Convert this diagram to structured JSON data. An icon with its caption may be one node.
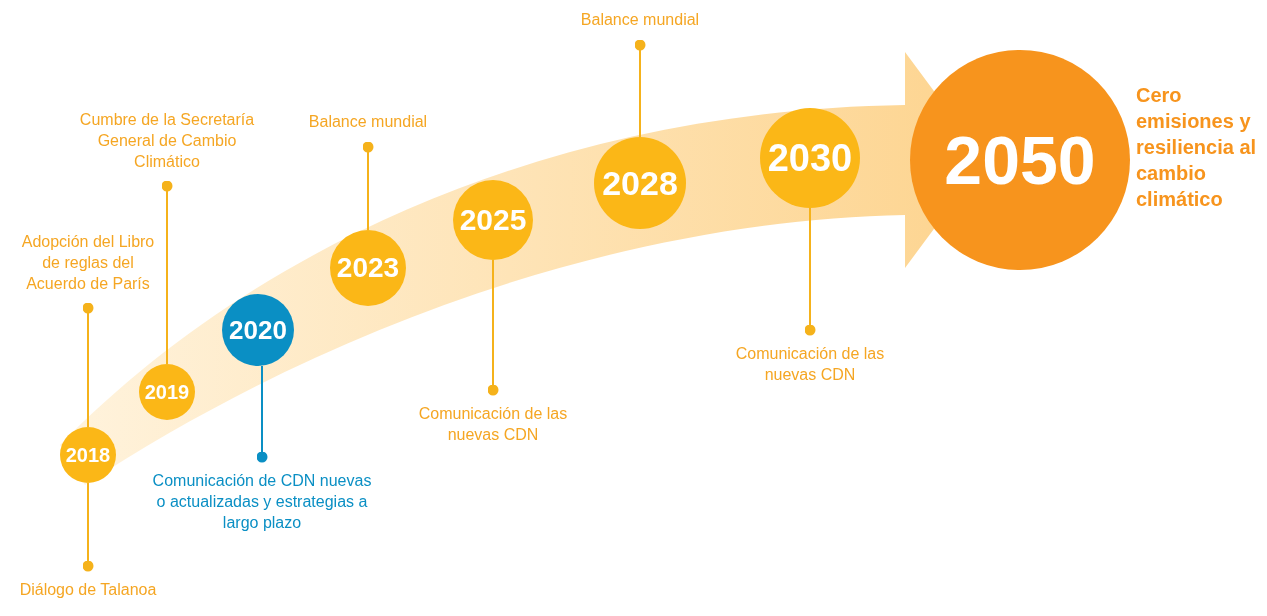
{
  "diagram": {
    "nodes": [
      {
        "text": [
          "2018"
        ]
      },
      {
        "text": [
          "2019"
        ]
      },
      {
        "text": [
          "2020"
        ]
      },
      {
        "text": [
          "2023"
        ]
      },
      {
        "text": [
          "2025"
        ]
      },
      {
        "text": [
          "2028"
        ]
      },
      {
        "text": [
          "2030"
        ]
      },
      {
        "text": [
          "2050"
        ],
        "beside": [
          "Cero emisiones y resiliencia al cambio climático"
        ]
      },
      {
        "text": [
          "Diálogo de Talanoa"
        ]
      },
      {
        "text": [
          "Adopción del Libro de reglas del Acuerdo de París"
        ]
      },
      {
        "text": [
          "Cumbre de la Secretaría General de Cambio Climático"
        ]
      },
      {
        "text": [
          "Comunicación de CDN nuevas o actualizadas y estrategias a largo plazo"
        ]
      },
      {
        "text": [
          "Balance mundial"
        ]
      },
      {
        "text": [
          "Comunicación de las nuevas CDN"
        ]
      },
      {
        "text": [
          "Balance mundial"
        ]
      },
      {
        "text": [
          "Comunicación de las nuevas CDN"
        ]
      }
    ],
    "edges": [
      {
        "from": 8,
        "to": 0,
        "arrow": "other"
      },
      {
        "from": 9,
        "to": 0,
        "arrow": "other"
      },
      {
        "from": 10,
        "to": 1,
        "arrow": "other"
      },
      {
        "from": 11,
        "to": 2,
        "arrow": "other",
        "color": "#0a8fc4"
      },
      {
        "from": 12,
        "to": 3,
        "arrow": "other"
      },
      {
        "from": 13,
        "to": 4,
        "arrow": "other"
      },
      {
        "from": 14,
        "to": 5,
        "arrow": "other"
      },
      {
        "from": 15,
        "to": 6,
        "arrow": "other"
      }
    ]
  }
}
